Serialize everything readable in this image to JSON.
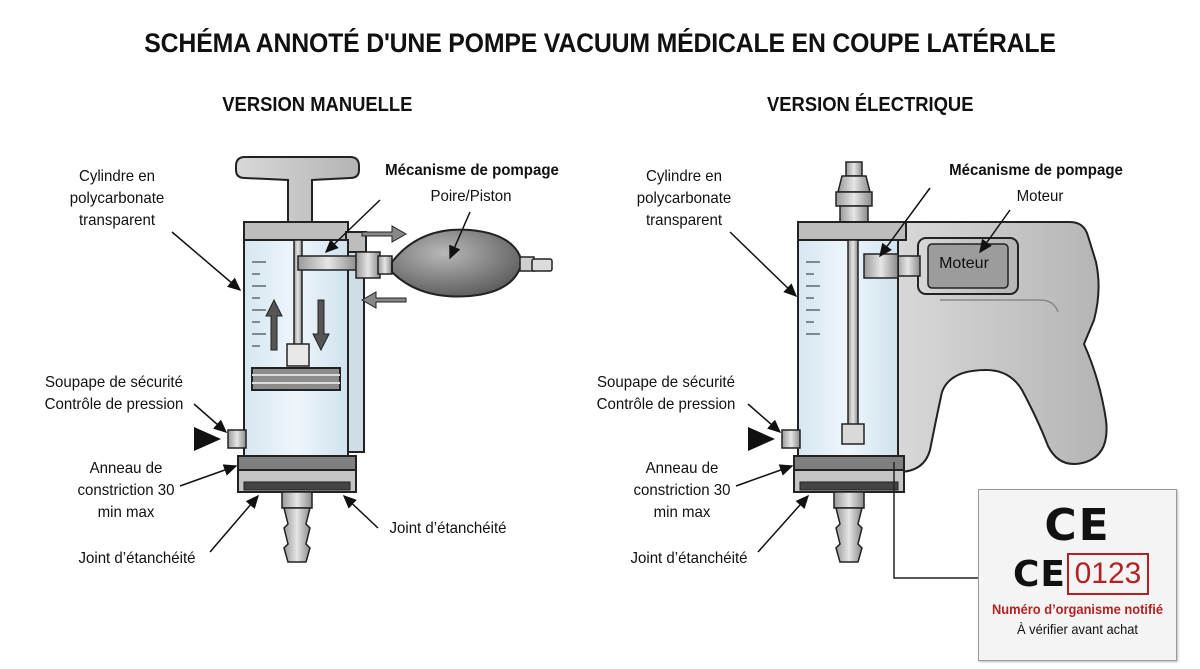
{
  "title": "SCHÉMA ANNOTÉ D'UNE POMPE VACUUM MÉDICALE EN COUPE LATÉRALE",
  "manual": {
    "heading": "VERSION MANUELLE",
    "cylinder": "Cylindre en polycarbonate transparent",
    "mechanism_title": "Mécanisme de pompage",
    "mechanism_sub": "Poire/Piston",
    "valve": "Soupape de sécurité Contrôle de pression",
    "ring": "Anneau de constriction 30 min max",
    "seal_left": "Joint d’étanchéité",
    "seal_right": "Joint d’étanchéité"
  },
  "electric": {
    "heading": "VERSION ÉLECTRIQUE",
    "cylinder": "Cylindre en polycarbonate transparent",
    "mechanism_title": "Mécanisme de pompage",
    "mechanism_sub": "Moteur",
    "motor_label": "Moteur",
    "valve": "Soupape de sécurité Contrôle de pression",
    "ring": "Anneau de constriction 30 min max",
    "seal": "Joint d’étanchéité"
  },
  "ce_box": {
    "mark_large": "CE",
    "mark_small": "CE",
    "number": "0123",
    "note": "Numéro d’organisme notifié",
    "note2": "À vérifier avant achat",
    "accent_color": "#b22222"
  }
}
